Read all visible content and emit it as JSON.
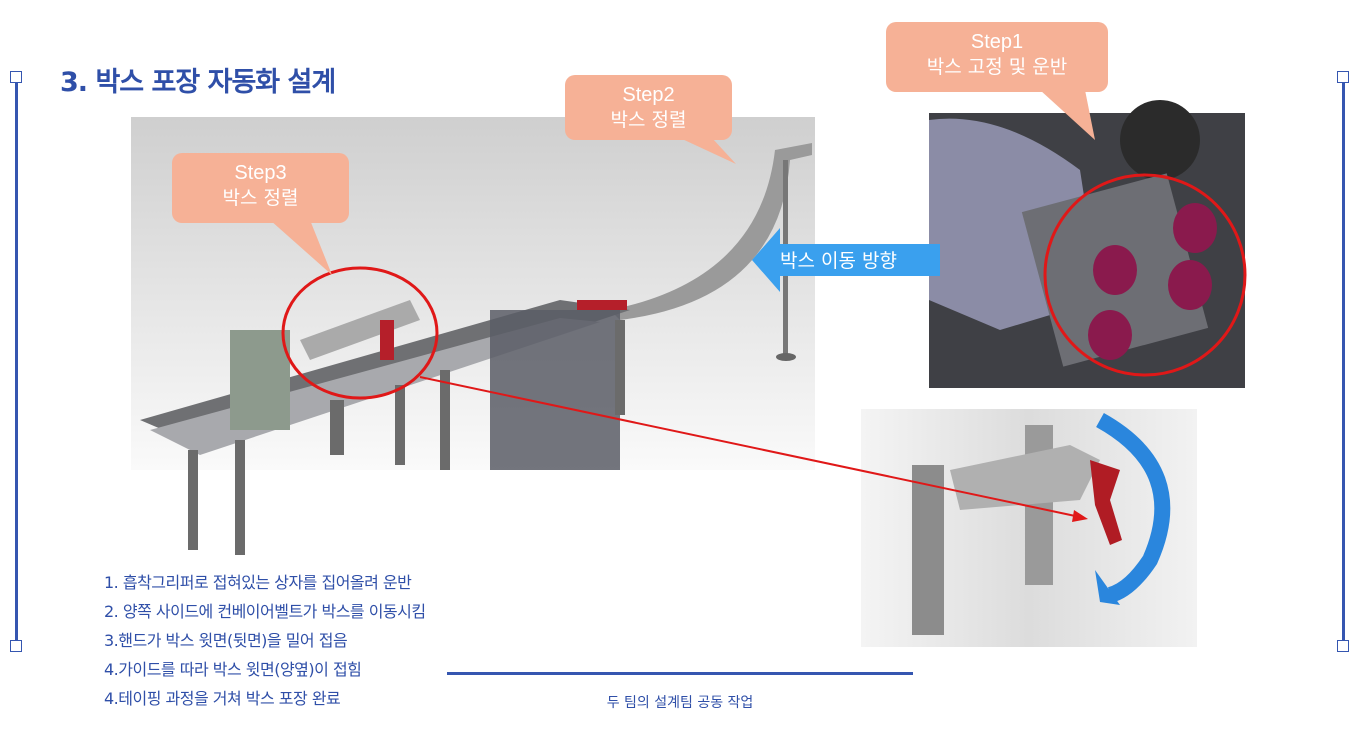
{
  "title": "3. 박스 포장 자동화 설계",
  "callouts": [
    {
      "step": "Step1",
      "label": "박스 고정 및 운반"
    },
    {
      "step": "Step2",
      "label": "박스 정렬"
    },
    {
      "step": "Step3",
      "label": "박스 정렬"
    }
  ],
  "direction_arrow": "박스 이동 방향",
  "steps": [
    "1. 흡착그리퍼로 접혀있는 상자를 집어올려 운반",
    "2. 양쪽 사이드에 컨베이어벨트가 박스를 이동시킴",
    "3.핸드가 박스 윗면(뒷면)을 밀어 접음",
    "4.가이드를 따라 박스 윗면(양옆)이 접힘",
    "4.테이핑 과정을 거쳐 박스 포장 완료"
  ],
  "caption": "두 팀의 설계팀 공동 작업",
  "colors": {
    "accent": "#2f4fa8",
    "callout": "#f6b196",
    "highlight": "#e01818",
    "arrow": "#3aa0ee"
  }
}
